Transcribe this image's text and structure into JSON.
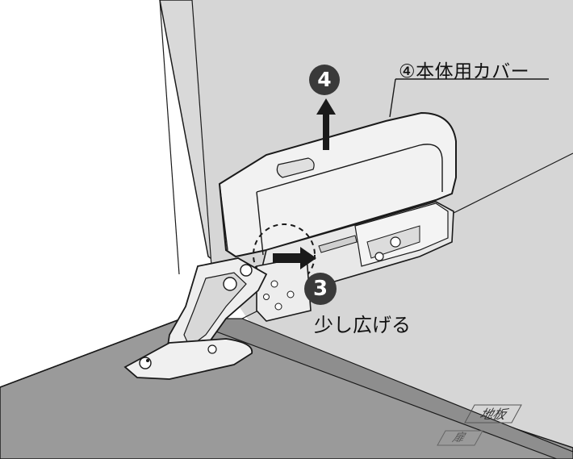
{
  "labels": {
    "cover": "④本体用カバー",
    "step3_caption": "少し広げる",
    "step3_number": "3",
    "step4_number": "4",
    "floor_stamp": "地板",
    "door_stamp": "扉"
  },
  "colors": {
    "wall": "#d9d9d9",
    "floor": "#9a9a9a",
    "cover": "#f2f2f2",
    "step_badge": "#3a3a3a",
    "outline": "#1a1a1a"
  },
  "icons": {
    "up_arrow": "arrow-up-icon",
    "right_arrow": "arrow-right-icon"
  }
}
